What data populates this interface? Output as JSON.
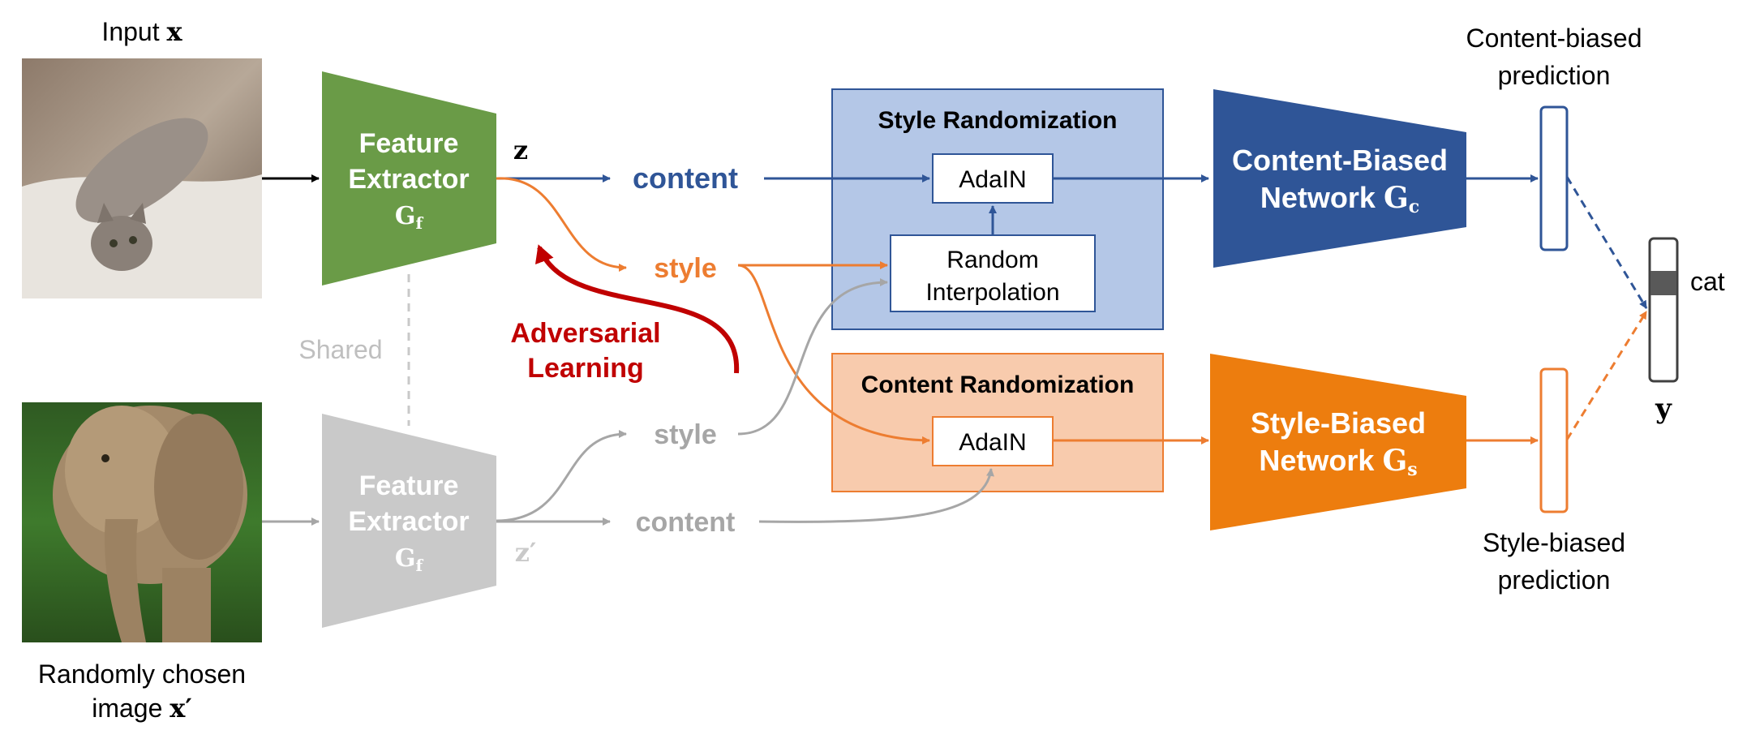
{
  "input": {
    "label_text": "Input ",
    "label_var": "x",
    "image_description": "cat-photo"
  },
  "random_input": {
    "label_line1": "Randomly chosen",
    "label_line2_text": "image ",
    "label_line2_var": "x′",
    "image_description": "elephant-photo"
  },
  "feature_extractor_top": {
    "line1": "Feature",
    "line2": "Extractor",
    "symbol": "G",
    "subscript": "f",
    "output_var": "z",
    "color": "#6a9b47"
  },
  "feature_extractor_bottom": {
    "line1": "Feature",
    "line2": "Extractor",
    "symbol": "G",
    "subscript": "f",
    "output_var": "z′",
    "color": "#c9c9c9"
  },
  "shared_label": "Shared",
  "top_branch": {
    "content_label": "content",
    "style_label": "style"
  },
  "bottom_branch": {
    "style_label": "style",
    "content_label": "content"
  },
  "adversarial": {
    "line1": "Adversarial",
    "line2": "Learning",
    "color": "#c00000"
  },
  "style_randomization": {
    "title": "Style Randomization",
    "adain_label": "AdaIN",
    "random_interp_line1": "Random",
    "random_interp_line2": "Interpolation",
    "fill": "#b4c7e7",
    "stroke": "#2f5597"
  },
  "content_randomization": {
    "title": "Content Randomization",
    "adain_label": "AdaIN",
    "fill": "#f8cbad",
    "stroke": "#ed7d31"
  },
  "content_network": {
    "line1": "Content-Biased",
    "line2_text": "Network ",
    "symbol": "G",
    "subscript": "c",
    "color": "#2f5597"
  },
  "style_network": {
    "line1": "Style-Biased",
    "line2_text": "Network ",
    "symbol": "G",
    "subscript": "s",
    "color": "#ed7d0e"
  },
  "content_prediction": {
    "line1": "Content-biased",
    "line2": "prediction"
  },
  "style_prediction": {
    "line1": "Style-biased",
    "line2": "prediction"
  },
  "output": {
    "class_label": "cat",
    "var": "y"
  },
  "colors": {
    "blue": "#2f5597",
    "orange": "#ed7d31",
    "gray": "#a6a6a6",
    "light_gray": "#c9c9c9",
    "red": "#c00000"
  }
}
